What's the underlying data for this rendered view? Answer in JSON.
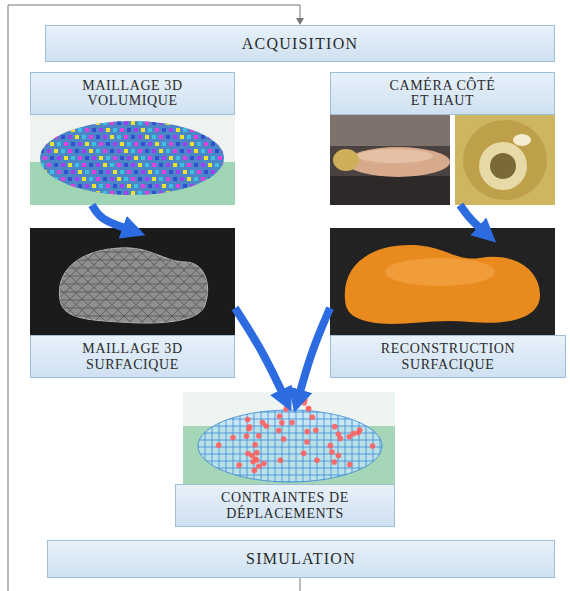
{
  "diagram": {
    "nodes": [
      {
        "text": [
          "ACQUISITION"
        ]
      },
      {
        "text": [
          "MAILLAGE 3D VOLUMIQUE"
        ]
      },
      {
        "text": [
          "CAMÉRA CÔTÉ ET HAUT"
        ]
      },
      {
        "text": [
          "MAILLAGE 3D SURFACIQUE"
        ]
      },
      {
        "text": [
          "RECONSTRUCTION SURFACIQUE"
        ]
      },
      {
        "text": [
          "CONTRAINTES DE DÉPLACEMENTS"
        ]
      },
      {
        "text": [
          "SIMULATION"
        ]
      }
    ],
    "edges": [
      {
        "from": 1,
        "to": 3,
        "arrow": "to"
      },
      {
        "from": 2,
        "to": 4,
        "arrow": "to"
      },
      {
        "from": 3,
        "to": 5,
        "arrow": "to"
      },
      {
        "from": 4,
        "to": 5,
        "arrow": "to"
      }
    ]
  }
}
